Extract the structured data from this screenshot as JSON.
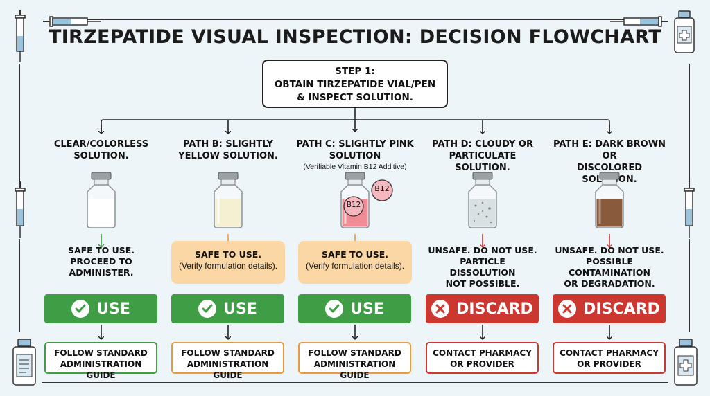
{
  "title": "TIRZEPATIDE VISUAL INSPECTION: DECISION FLOWCHART",
  "step1": {
    "line1": "STEP 1:",
    "line2": "OBTAIN TIRZEPATIDE VIAL/PEN",
    "line3": "& INSPECT SOLUTION."
  },
  "paths": [
    {
      "label_lines": [
        "CLEAR/COLORLESS",
        "SOLUTION."
      ],
      "note": "",
      "result_lines": [
        "SAFE TO USE.",
        "PROCEED TO",
        "ADMINISTER."
      ],
      "result_sub": "",
      "decision": "USE",
      "final_lines": [
        "FOLLOW STANDARD",
        "ADMINISTRATION GUIDE"
      ]
    },
    {
      "label_lines": [
        "PATH B: SLIGHTLY",
        "YELLOW SOLUTION."
      ],
      "note": "",
      "result_lines": [
        "SAFE TO USE."
      ],
      "result_sub": "(Verify formulation details).",
      "decision": "USE",
      "final_lines": [
        "FOLLOW STANDARD",
        "ADMINISTRATION GUIDE"
      ]
    },
    {
      "label_lines": [
        "PATH C: SLIGHTLY PINK",
        "SOLUTION"
      ],
      "note": "(Verifiable Vitamin B12 Additive)",
      "vial_labels": [
        "B12",
        "B12"
      ],
      "result_lines": [
        "SAFE TO USE."
      ],
      "result_sub": "(Verify formulation details).",
      "decision": "USE",
      "final_lines": [
        "FOLLOW STANDARD",
        "ADMINISTRATION GUIDE"
      ]
    },
    {
      "label_lines": [
        "PATH D: CLOUDY OR",
        "PARTICULATE SOLUTION."
      ],
      "note": "",
      "result_lines": [
        "UNSAFE. DO NOT USE.",
        "PARTICLE DISSOLUTION",
        "NOT POSSIBLE."
      ],
      "result_sub": "",
      "decision": "DISCARD",
      "final_lines": [
        "CONTACT PHARMACY",
        "OR PROVIDER"
      ]
    },
    {
      "label_lines": [
        "PATH E: DARK BROWN OR",
        "DISCOLORED SOLUTION."
      ],
      "note": "",
      "result_lines": [
        "UNSAFE. DO NOT USE.",
        "POSSIBLE CONTAMINATION",
        "OR DEGRADATION."
      ],
      "result_sub": "",
      "decision": "DISCARD",
      "final_lines": [
        "CONTACT PHARMACY",
        "OR PROVIDER"
      ]
    }
  ],
  "colors": {
    "green": "#3f9d45",
    "red": "#cc3730",
    "orange": "#e89a3c",
    "orange_fill": "#fbd7a6",
    "clear_liquid": "#ffffff",
    "yellow_liquid": "#f6f0d2",
    "pink_liquid": "#f08c96",
    "cloudy_liquid": "#d9e0e2",
    "brown_liquid": "#8a5a3c"
  },
  "icons": {
    "check": "check-circle-icon",
    "discard": "x-circle-icon",
    "syringe": "syringe-icon",
    "vial": "vial-icon"
  }
}
